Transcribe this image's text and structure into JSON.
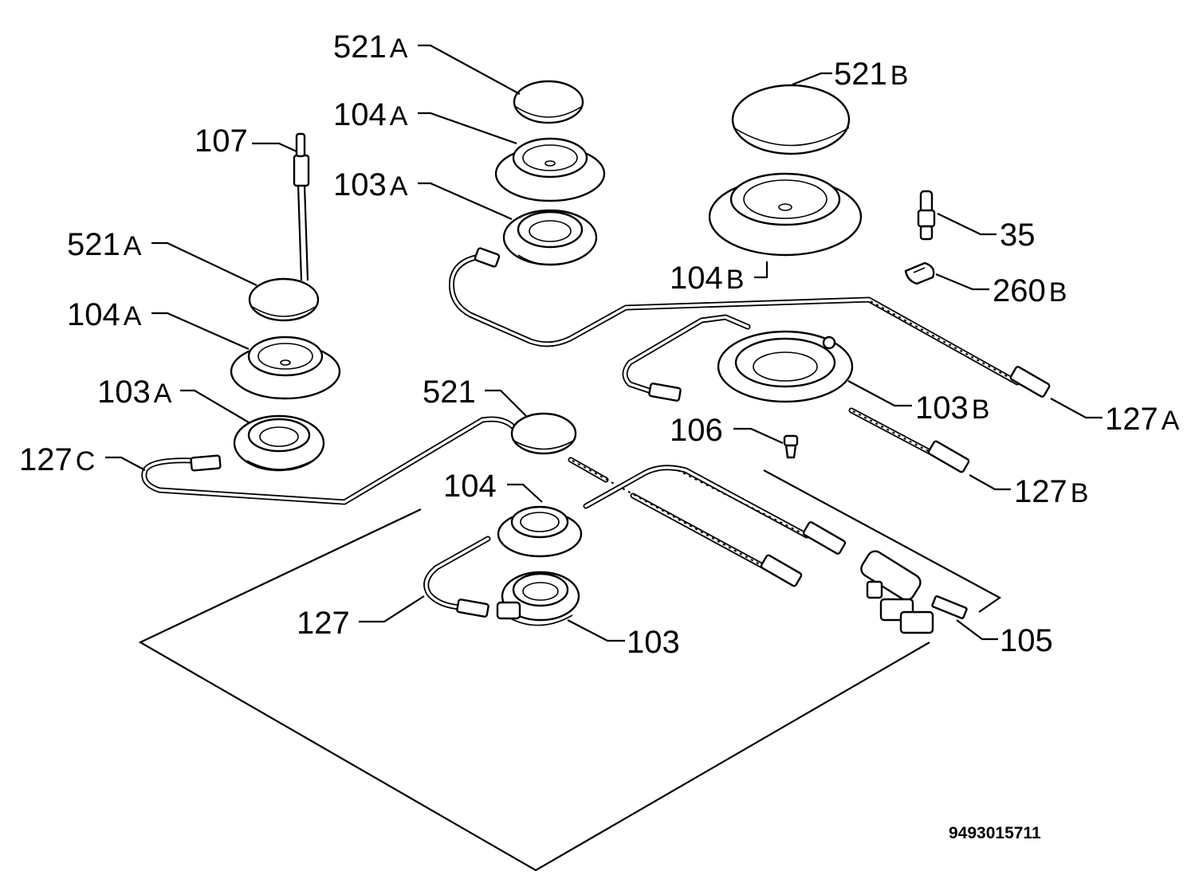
{
  "labels": {
    "l521a_top": "521A",
    "l104a_top": "104A",
    "l103a_top": "103A",
    "l107": "107",
    "l521a_left": "521A",
    "l104a_left": "104A",
    "l103a_left": "103A",
    "l127c": "127C",
    "l521b": "521B",
    "l104b": "104B",
    "l35": "35",
    "l260b": "260B",
    "l103b": "103B",
    "l127a": "127A",
    "l106": "106",
    "l127b": "127B",
    "l521": "521",
    "l104": "104",
    "l127": "127",
    "l103": "103",
    "l105": "105"
  },
  "doc_number": "9493015711"
}
